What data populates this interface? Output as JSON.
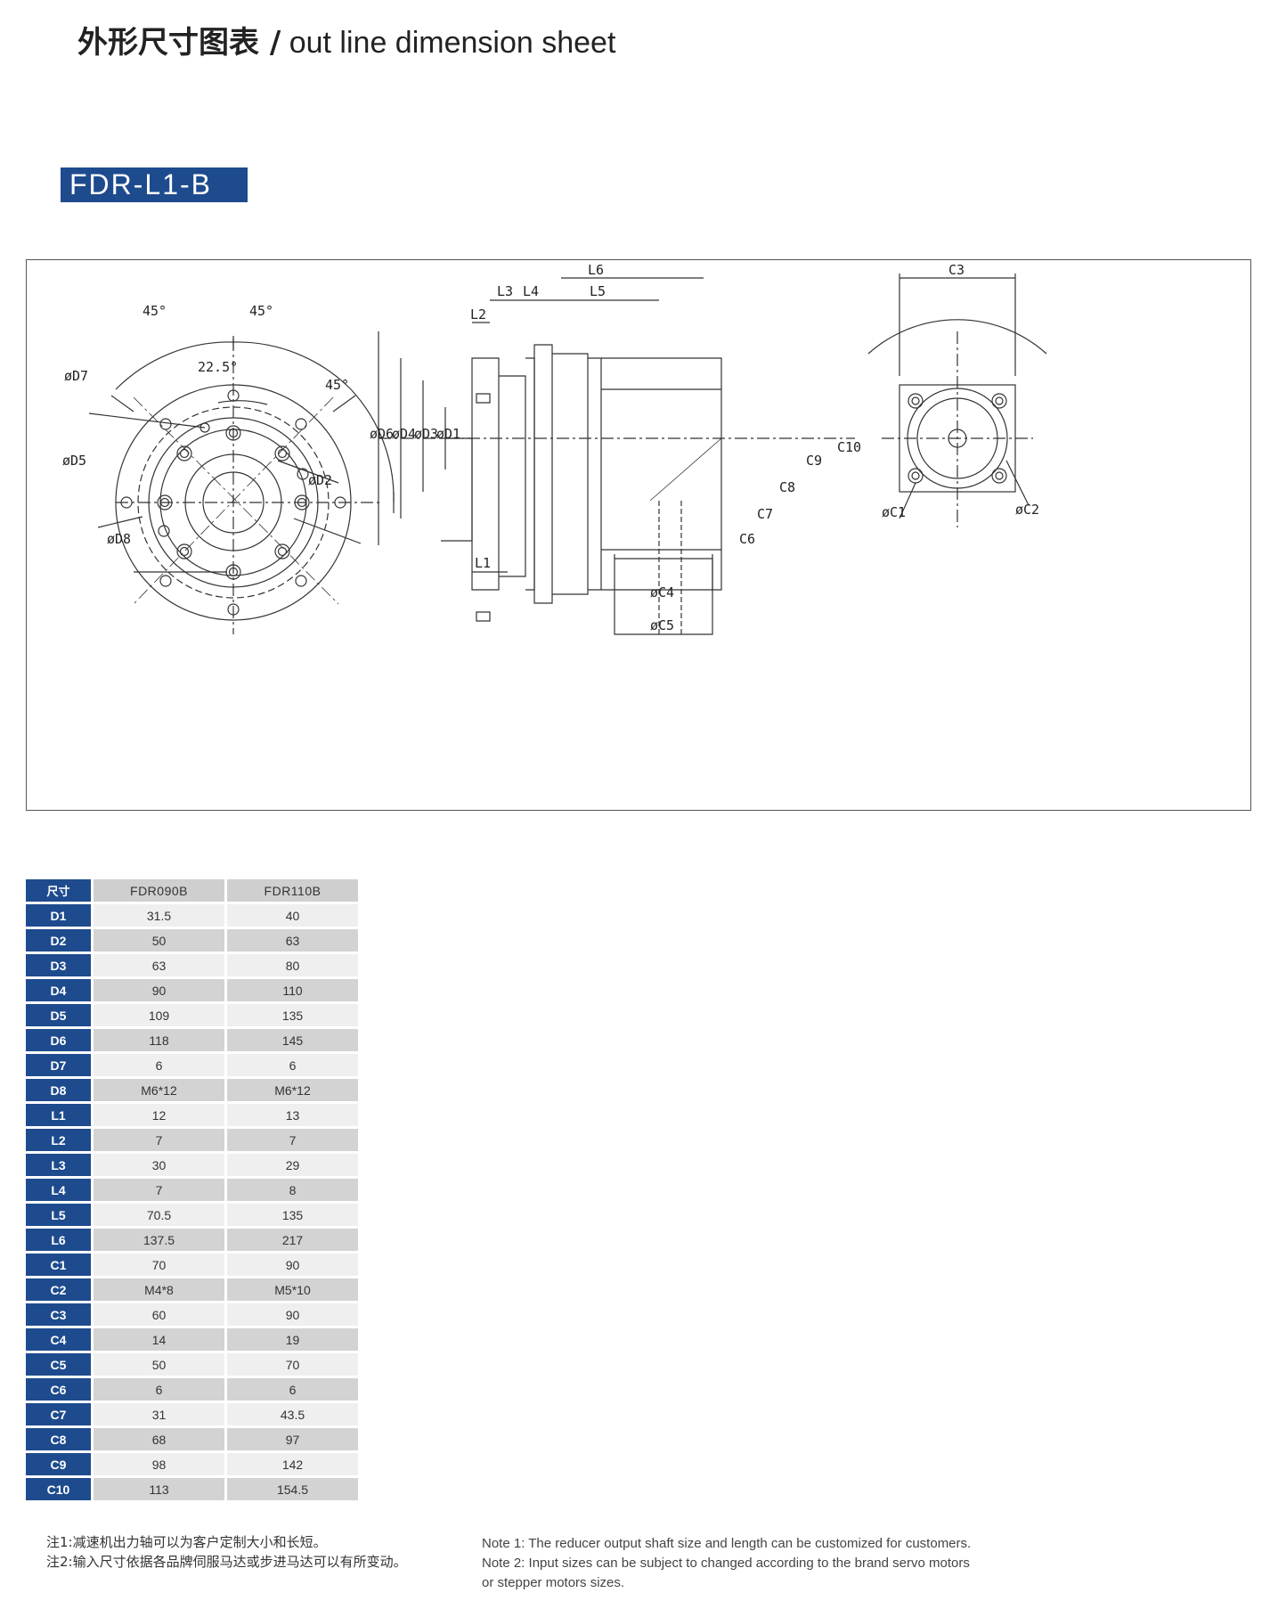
{
  "header": {
    "title_zh": "外形尺寸图表 /",
    "title_en": " out line dimension sheet"
  },
  "model": "FDR-L1-B",
  "drawing": {
    "labels": {
      "angle45": "45°",
      "angle22": "22.5°",
      "D7": "øD7",
      "D5": "øD5",
      "D8": "øD8",
      "D2": "øD2",
      "D6": "øD6",
      "D4": "øD4",
      "D3": "øD3",
      "D1": "øD1",
      "L1": "L1",
      "L2": "L2",
      "L3": "L3",
      "L4": "L4",
      "L5": "L5",
      "L6": "L6",
      "C1": "øC1",
      "C2": "øC2",
      "C3": "C3",
      "C4": "øC4",
      "C5": "øC5",
      "C6": "C6",
      "C7": "C7",
      "C8": "C8",
      "C9": "C9",
      "C10": "C10"
    }
  },
  "table": {
    "header": [
      "尺寸",
      "FDR090B",
      "FDR110B"
    ],
    "rows": [
      [
        "D1",
        "31.5",
        "40"
      ],
      [
        "D2",
        "50",
        "63"
      ],
      [
        "D3",
        "63",
        "80"
      ],
      [
        "D4",
        "90",
        "110"
      ],
      [
        "D5",
        "109",
        "135"
      ],
      [
        "D6",
        "118",
        "145"
      ],
      [
        "D7",
        "6",
        "6"
      ],
      [
        "D8",
        "M6*12",
        "M6*12"
      ],
      [
        "L1",
        "12",
        "13"
      ],
      [
        "L2",
        "7",
        "7"
      ],
      [
        "L3",
        "30",
        "29"
      ],
      [
        "L4",
        "7",
        "8"
      ],
      [
        "L5",
        "70.5",
        "135"
      ],
      [
        "L6",
        "137.5",
        "217"
      ],
      [
        "C1",
        "70",
        "90"
      ],
      [
        "C2",
        "M4*8",
        "M5*10"
      ],
      [
        "C3",
        "60",
        "90"
      ],
      [
        "C4",
        "14",
        "19"
      ],
      [
        "C5",
        "50",
        "70"
      ],
      [
        "C6",
        "6",
        "6"
      ],
      [
        "C7",
        "31",
        "43.5"
      ],
      [
        "C8",
        "68",
        "97"
      ],
      [
        "C9",
        "98",
        "142"
      ],
      [
        "C10",
        "113",
        "154.5"
      ]
    ]
  },
  "notes": {
    "zh": [
      "注1:减速机出力轴可以为客户定制大小和长短。",
      "注2:输入尺寸依据各品牌伺服马达或步进马达可以有所变动。"
    ],
    "en": [
      "Note 1: The reducer output shaft size and length can be customized for customers.",
      "Note 2: Input sizes can be subject to changed according to the brand servo motors",
      "or stepper motors sizes."
    ]
  }
}
